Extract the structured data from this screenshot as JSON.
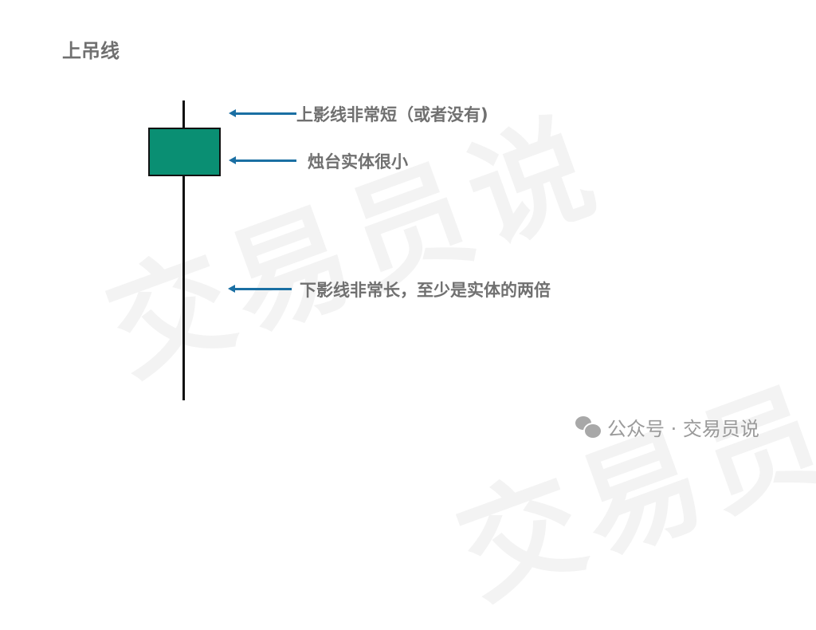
{
  "title": "上吊线",
  "candle_color": "#0a8f73",
  "annotations": [
    {
      "text": "上影线非常短（或者没有)"
    },
    {
      "text": "烛台实体很小"
    },
    {
      "text": "下影线非常长，至少是实体的两倍"
    }
  ],
  "footer": {
    "icon": "wechat-icon",
    "text": "公众号 · 交易员说"
  },
  "watermark": "交易员说"
}
